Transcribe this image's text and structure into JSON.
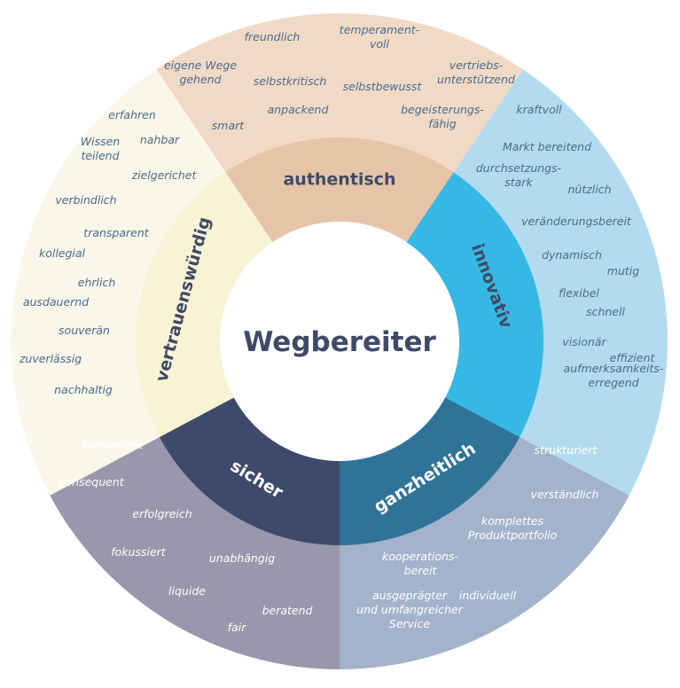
{
  "center": {
    "title": "Wegbereiter"
  },
  "segments": [
    {
      "label": "authentisch",
      "outer_color": "#f0dac6",
      "inner_color": "#e6c4a8",
      "label_color": "#3f4a66",
      "keyword_color": "#4a6a8a",
      "keywords": [
        "freundlich",
        "temperament-\nvoll",
        "eigene Wege\ngehend",
        "vertriebs-\nunterstützend",
        "selbstkritisch",
        "selbstbewusst",
        "anpackend",
        "begeisterungs-\nfähig",
        "smart"
      ]
    },
    {
      "label": "innovativ",
      "outer_color": "#b2dbef",
      "inner_color": "#36b8e4",
      "label_color": "#3f4a66",
      "keyword_color": "#4a6a8a",
      "keywords": [
        "kraftvoll",
        "Markt bereitend",
        "durchsetzungs-\nstark",
        "nützlich",
        "veränderungsbereit",
        "dynamisch",
        "mutig",
        "flexibel",
        "schnell",
        "visionär",
        "effizient",
        "aufmerksamkeits-\nerregend"
      ]
    },
    {
      "label": "ganzheitlich",
      "outer_color": "#a3b3cb",
      "inner_color": "#2f7398",
      "label_color": "#ffffff",
      "keyword_color": "#ffffff",
      "keywords": [
        "strukturiert",
        "verständlich",
        "komplettes\nProduktportfolio",
        "kooperations-\nbereit",
        "individuell",
        "ausgeprägter\nund umfangreicher\nService"
      ]
    },
    {
      "label": "sicher",
      "outer_color": "#9897ab",
      "inner_color": "#3e4a6b",
      "label_color": "#ffffff",
      "keyword_color": "#ffffff",
      "keywords": [
        "kompetent",
        "konsequent",
        "erfolgreich",
        "fokussiert",
        "unabhängig",
        "liquide",
        "beratend",
        "fair"
      ]
    },
    {
      "label": "vertrauenswürdig",
      "outer_color": "#f9f7e9",
      "inner_color": "#f8f3d5",
      "label_color": "#3f4a66",
      "keyword_color": "#4a6a8a",
      "keywords": [
        "erfahren",
        "nahbar",
        "Wissen\nteilend",
        "zielgerichet",
        "verbindlich",
        "transparent",
        "kollegial",
        "ehrlich",
        "ausdauernd",
        "souverän",
        "zuverlässig",
        "nachhaltig"
      ]
    }
  ]
}
